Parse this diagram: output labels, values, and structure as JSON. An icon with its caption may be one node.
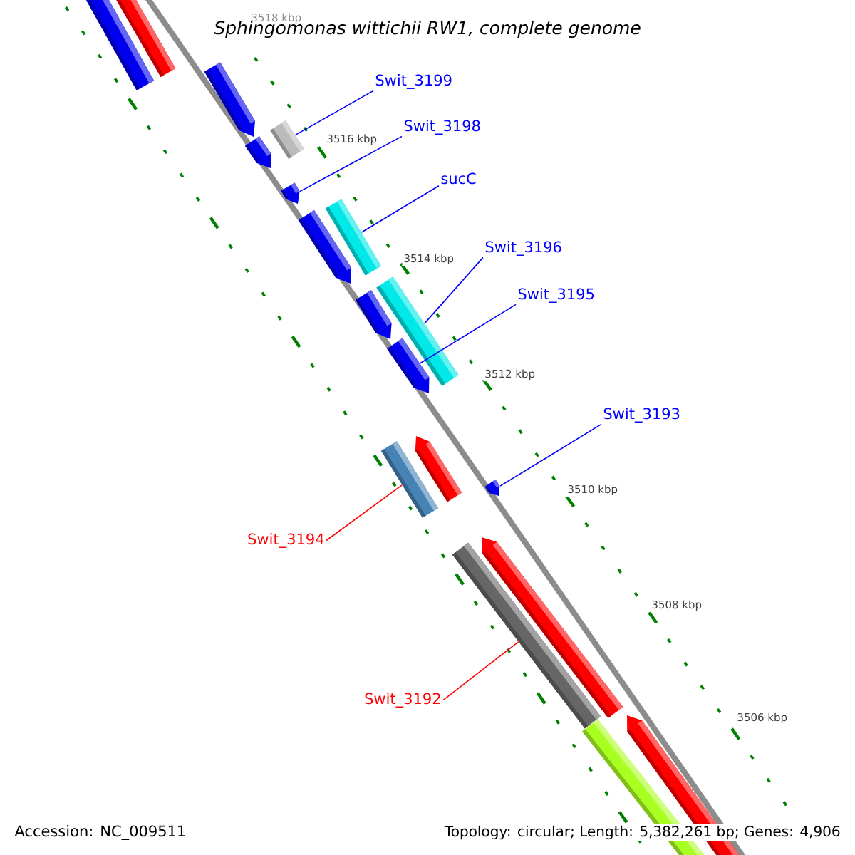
{
  "diagram": {
    "title": "Sphingomonas wittichii RW1, complete genome",
    "nodes": [
      {
        "text": [
          "Swit_3199"
        ]
      },
      {
        "text": [
          "Swit_3198"
        ]
      },
      {
        "text": [
          "sucC"
        ]
      },
      {
        "text": [
          "Swit_3196"
        ]
      },
      {
        "text": [
          "Swit_3195"
        ]
      },
      {
        "text": [
          "Swit_3193"
        ]
      },
      {
        "text": [
          "Swit_3194"
        ]
      },
      {
        "text": [
          "Swit_3192"
        ]
      },
      {
        "text": [],
        "shape": "bar"
      },
      {
        "text": [],
        "shape": "bar"
      },
      {
        "text": [],
        "shape": "pentagon"
      },
      {
        "text": [],
        "shape": "bar"
      },
      {
        "text": [],
        "shape": "pentagon"
      },
      {
        "text": [],
        "shape": "pentagon"
      },
      {
        "text": [],
        "shape": "bar"
      },
      {
        "text": [],
        "shape": "pentagon"
      },
      {
        "text": [],
        "shape": "pentagon"
      },
      {
        "text": [],
        "shape": "bar"
      },
      {
        "text": [],
        "shape": "pentagon"
      },
      {
        "text": [],
        "shape": "bar"
      },
      {
        "text": [],
        "shape": "pentagon"
      },
      {
        "text": [],
        "shape": "pentagon"
      },
      {
        "text": [],
        "shape": "bar"
      },
      {
        "text": [],
        "shape": "pentagon"
      },
      {
        "text": [],
        "shape": "pentagon"
      },
      {
        "text": [],
        "shape": "bar"
      }
    ],
    "edges": [
      {
        "from": 0,
        "to": 11,
        "arrow": "none"
      },
      {
        "from": 1,
        "to": 13,
        "arrow": "none"
      },
      {
        "from": 2,
        "to": 14,
        "arrow": "none"
      },
      {
        "from": 3,
        "to": 17,
        "arrow": "none"
      },
      {
        "from": 4,
        "to": 18,
        "arrow": "none"
      },
      {
        "from": 5,
        "to": 21,
        "arrow": "none"
      },
      {
        "from": 6,
        "to": 19,
        "arrow": "none",
        "color": "#ff0000"
      },
      {
        "from": 7,
        "to": 22,
        "arrow": "none",
        "color": "#ff0000"
      }
    ],
    "labels": [
      "3518 kbp",
      "3516 kbp",
      "3514 kbp",
      "3512 kbp",
      "3510 kbp",
      "3508 kbp",
      "3506 kbp",
      "Accession: NC_009511",
      "Topology: circular; Length: 5,382,261 bp; Genes: 4,906"
    ]
  }
}
